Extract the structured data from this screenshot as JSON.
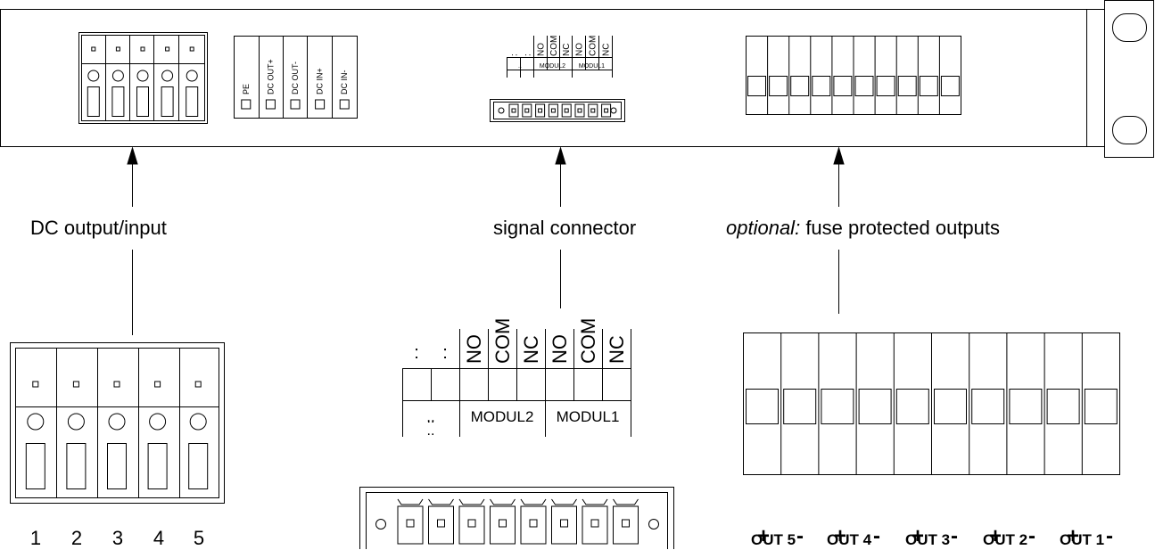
{
  "labels": {
    "dc": "DC output/input",
    "signal": "signal connector",
    "optional_prefix": "optional:",
    "fuse": "fuse protected outputs"
  },
  "dc_panel_terminals": [
    "PE",
    "DC OUT+",
    "DC OUT-",
    "DC IN+",
    "DC IN-"
  ],
  "signal_contacts": [
    ":",
    ":",
    "NO",
    "COM",
    "NC",
    "NO",
    "COM",
    "NC"
  ],
  "signal_groups": [
    "..",
    "MODUL2",
    "MODUL1"
  ],
  "signal_dots": [
    "..",
    ".."
  ],
  "dc_terminal_numbers": [
    "1",
    "2",
    "3",
    "4",
    "5"
  ],
  "fuse_polarity": [
    "+",
    "-",
    "+",
    "-",
    "+",
    "-",
    "+",
    "-",
    "+",
    "-"
  ],
  "fuse_outputs": [
    "OUT 5",
    "OUT 4",
    "OUT 3",
    "OUT 2",
    "OUT 1"
  ]
}
